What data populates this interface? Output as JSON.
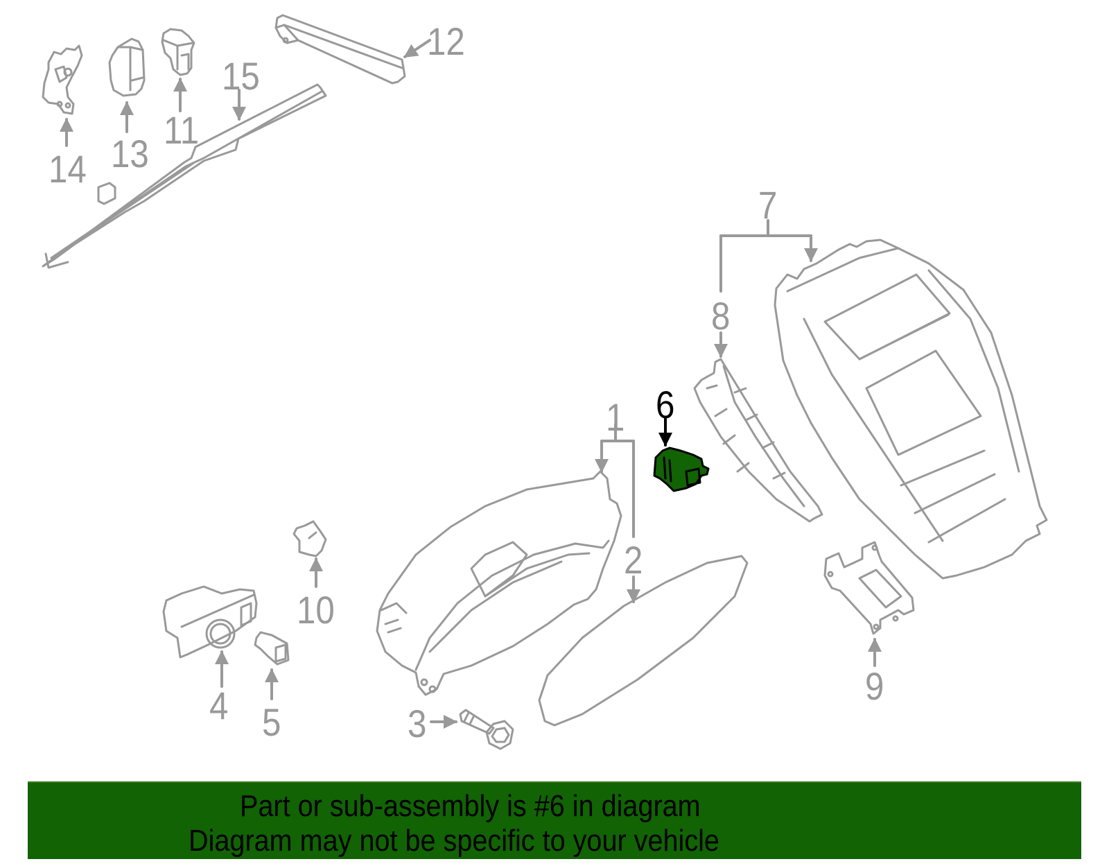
{
  "diagram": {
    "stroke_color": "#999999",
    "highlight_fill": "#116304",
    "highlight_part": "6",
    "callouts": [
      {
        "id": "1",
        "label": "1"
      },
      {
        "id": "2",
        "label": "2"
      },
      {
        "id": "3",
        "label": "3"
      },
      {
        "id": "4",
        "label": "4"
      },
      {
        "id": "5",
        "label": "5"
      },
      {
        "id": "6",
        "label": "6"
      },
      {
        "id": "7",
        "label": "7"
      },
      {
        "id": "8",
        "label": "8"
      },
      {
        "id": "9",
        "label": "9"
      },
      {
        "id": "10",
        "label": "10"
      },
      {
        "id": "11",
        "label": "11"
      },
      {
        "id": "12",
        "label": "12"
      },
      {
        "id": "13",
        "label": "13"
      },
      {
        "id": "14",
        "label": "14"
      },
      {
        "id": "15",
        "label": "15"
      }
    ]
  },
  "banner": {
    "background": "#116304",
    "line1": "Part or sub-assembly is #6 in diagram",
    "line2": "Diagram may not be specific to your vehicle"
  }
}
